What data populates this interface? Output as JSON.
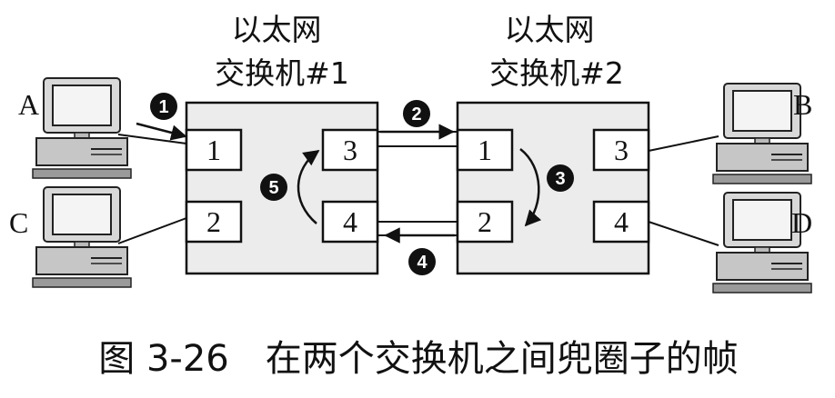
{
  "switch1": {
    "line1": "以太网",
    "line2": "交换机#1",
    "ports": [
      "1",
      "2",
      "3",
      "4"
    ]
  },
  "switch2": {
    "line1": "以太网",
    "line2": "交换机#2",
    "ports": [
      "1",
      "2",
      "3",
      "4"
    ]
  },
  "hosts": {
    "a": "A",
    "b": "B",
    "c": "C",
    "d": "D"
  },
  "steps": [
    "1",
    "2",
    "3",
    "4",
    "5"
  ],
  "caption": "图 3-26　在两个交换机之间兜圈子的帧",
  "colors": {
    "switch_fill": "#ececec",
    "ink": "#111111",
    "screen": "#f4f4f4"
  }
}
